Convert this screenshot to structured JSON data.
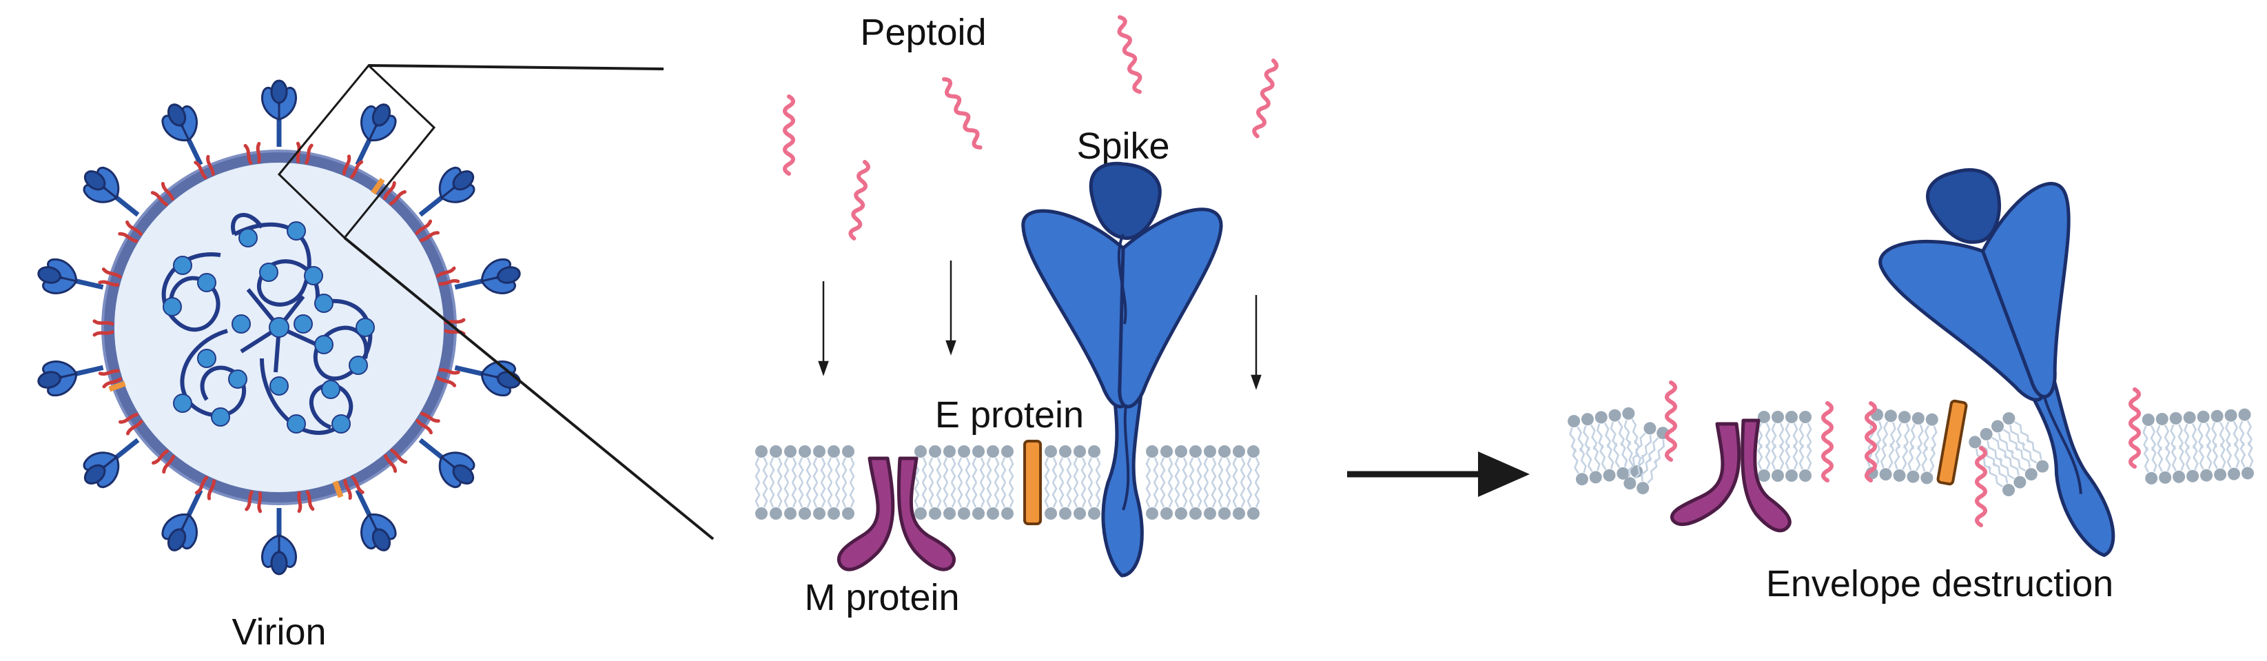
{
  "labels": {
    "virion": "Virion",
    "peptoid": "Peptoid",
    "spike": "Spike",
    "e_protein": "E protein",
    "m_protein": "M protein",
    "envelope_destruction": "Envelope destruction"
  },
  "colors": {
    "spike_fill": "#3a75cf",
    "spike_dark": "#234f9e",
    "spike_outline": "#1b2f6b",
    "m_protein": "#9a3d86",
    "e_protein": "#f0953a",
    "peptoid": "#ec6f8d",
    "lipid_head": "#9aa8b6",
    "lipid_tail": "#c4d2e2",
    "virion_interior": "#e5eef9",
    "rna": "#223a88",
    "nucleocapsid": "#3c8fd3",
    "arrow": "#1a1a1a"
  },
  "icons": [
    "virion-icon",
    "spike-protein-icon",
    "m-protein-icon",
    "e-protein-icon",
    "peptoid-icon",
    "lipid-bilayer-icon",
    "arrow-right-icon"
  ]
}
